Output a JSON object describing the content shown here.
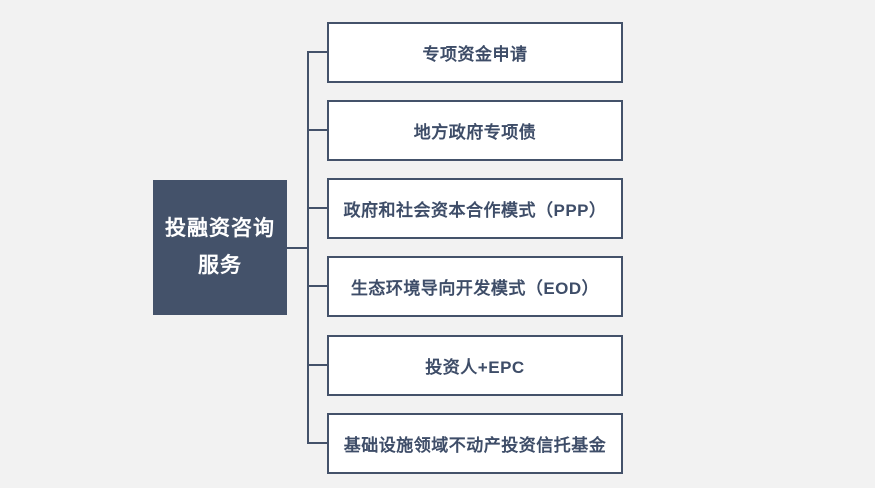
{
  "theme": {
    "background": "#F2F2F2",
    "accent": "#44526A",
    "node_fill": "#FFFFFF",
    "node_text": "#3E4D68",
    "root_text": "#FFFFFF"
  },
  "diagram": {
    "type": "tree",
    "root": {
      "label": "投融资咨询服务"
    },
    "items": [
      {
        "label": "专项资金申请"
      },
      {
        "label": "地方政府专项债"
      },
      {
        "label": "政府和社会资本合作模式（PPP）"
      },
      {
        "label": "生态环境导向开发模式（EOD）"
      },
      {
        "label": "投资人+EPC"
      },
      {
        "label": "基础设施领域不动产投资信托基金"
      }
    ]
  }
}
